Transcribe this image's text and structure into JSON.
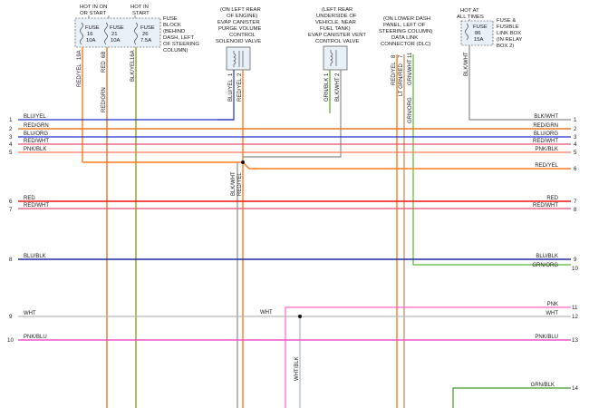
{
  "colors": {
    "RED/YEL": "#ff7a1a",
    "RED/GRN": "#e8782a",
    "BLK/YEL": "#8ea020",
    "BLU/YEL": "#2233cc",
    "BLK/WHT": "#8a8a8a",
    "BLU/ORG": "#2233cc",
    "RED/WHT": "#e84d70",
    "PNK/BLK": "#ff7a55",
    "RED": "#ee1111",
    "BLU/BLK": "#1e2aa8",
    "GRN/BLK": "#5a9e1e",
    "LT GRN/RED": "#d08060",
    "GRN/ORG": "#55bb33",
    "WHT": "#b8b8b8",
    "PNK": "#ff66cc",
    "PNK/BLU": "#ee55cc",
    "GRN/BLK14": "#3f9a2a",
    "WHT/BLK": "#aab8c8"
  },
  "components": {
    "fuse_block": {
      "hot_a": [
        "HOT IN ON",
        "OR START"
      ],
      "hot_b": [
        "HOT IN",
        "START"
      ],
      "fuses": [
        {
          "name": "FUSE",
          "num": "16",
          "amp": "10A"
        },
        {
          "name": "FUSE",
          "num": "21",
          "amp": "10A"
        },
        {
          "name": "FUSE",
          "num": "26",
          "amp": "7.5A"
        }
      ],
      "caption": [
        "FUSE",
        "BLOCK",
        "(BEHIND",
        "DASH, LEFT",
        "OF STEERING",
        "COLUMN)"
      ]
    },
    "purge_valve": {
      "caption": [
        "(ON LEFT REAR",
        "OF ENGINE)",
        "EVAP CANISTER",
        "PURGE VOLUME",
        "CONTROL",
        "SOLENOID VALVE"
      ]
    },
    "vent_valve": {
      "caption": [
        "(LEFT REAR",
        "UNDERSIDE OF",
        "VEHICLE, NEAR",
        "FUEL TANK)",
        "EVAP CANISTER VENT",
        "CONTROL VALVE"
      ]
    },
    "dlc": {
      "caption": [
        "(ON LOWER DASH",
        "PANEL, LEFT OF",
        "STEERING COLUMN)",
        "DATA LINK",
        "CONNECTOR (DLC)"
      ]
    },
    "link_box": {
      "hot": [
        "HOT AT",
        "ALL TIMES"
      ],
      "fuse": {
        "name": "FUSE",
        "num": "86",
        "amp": "15A"
      },
      "caption": [
        "FUSE &",
        "FUSIBLE",
        "LINK BOX",
        "(IN RELAY",
        "BOX 2)"
      ]
    }
  },
  "vertical_labels": {
    "fuse1": "RED/YEL",
    "fuse1_pin": "19A",
    "fuse2": "RED/GRN",
    "fuse2b": "RED",
    "fuse2_pin": "6B",
    "fuse3": "BLK/YEL",
    "fuse3_pin": "16A",
    "purge1": "BLU/YEL",
    "purge1_pin": "1",
    "purge2": "RED/YEL",
    "purge2_pin": "2",
    "vent1": "GRN/BLK",
    "vent1_pin": "1",
    "vent2": "BLK/WHT",
    "vent2_pin": "2",
    "dlc1": "RED/YEL",
    "dlc1_pin": "8",
    "dlc2": "LT GRN/RED",
    "dlc2_pin": "7",
    "dlc3": "GRN/WHT",
    "dlc3_pin": "11",
    "dlc3b": "GRN/ORG",
    "link": "BLK/WHT",
    "center1": "BLK/WHT",
    "center2": "RED/YEL",
    "wht_drop": "WHT/BLK"
  },
  "left_wires": [
    {
      "num": "1",
      "label": "BLU/YEL"
    },
    {
      "num": "2",
      "label": "RED/GRN"
    },
    {
      "num": "3",
      "label": "BLU/ORG"
    },
    {
      "num": "4",
      "label": "RED/WHT"
    },
    {
      "num": "5",
      "label": "PNK/BLK"
    },
    {
      "num": "6",
      "label": "RED"
    },
    {
      "num": "7",
      "label": "RED/WHT"
    },
    {
      "num": "8",
      "label": "BLU/BLK"
    },
    {
      "num": "9",
      "label": "WHT"
    },
    {
      "num": "10",
      "label": "PNK/BLU"
    }
  ],
  "right_wires": [
    {
      "num": "1",
      "label": "BLK/WHT"
    },
    {
      "num": "2",
      "label": "RED/GRN"
    },
    {
      "num": "3",
      "label": "BLU/ORG"
    },
    {
      "num": "4",
      "label": "RED/WHT"
    },
    {
      "num": "5",
      "label": "PNK/BLK"
    },
    {
      "num": "6",
      "label": "RED/YEL"
    },
    {
      "num": "7",
      "label": "RED"
    },
    {
      "num": "8",
      "label": "RED/WHT"
    },
    {
      "num": "9",
      "label": "BLU/BLK"
    },
    {
      "num": "10",
      "label": "GRN/ORG"
    },
    {
      "num": "11",
      "label": "PNK"
    },
    {
      "num": "12",
      "label": "WHT"
    },
    {
      "num": "13",
      "label": "PNK/BLU"
    },
    {
      "num": "14",
      "label": "GRN/BLK"
    }
  ],
  "mid_labels": {
    "wht": "WHT"
  }
}
